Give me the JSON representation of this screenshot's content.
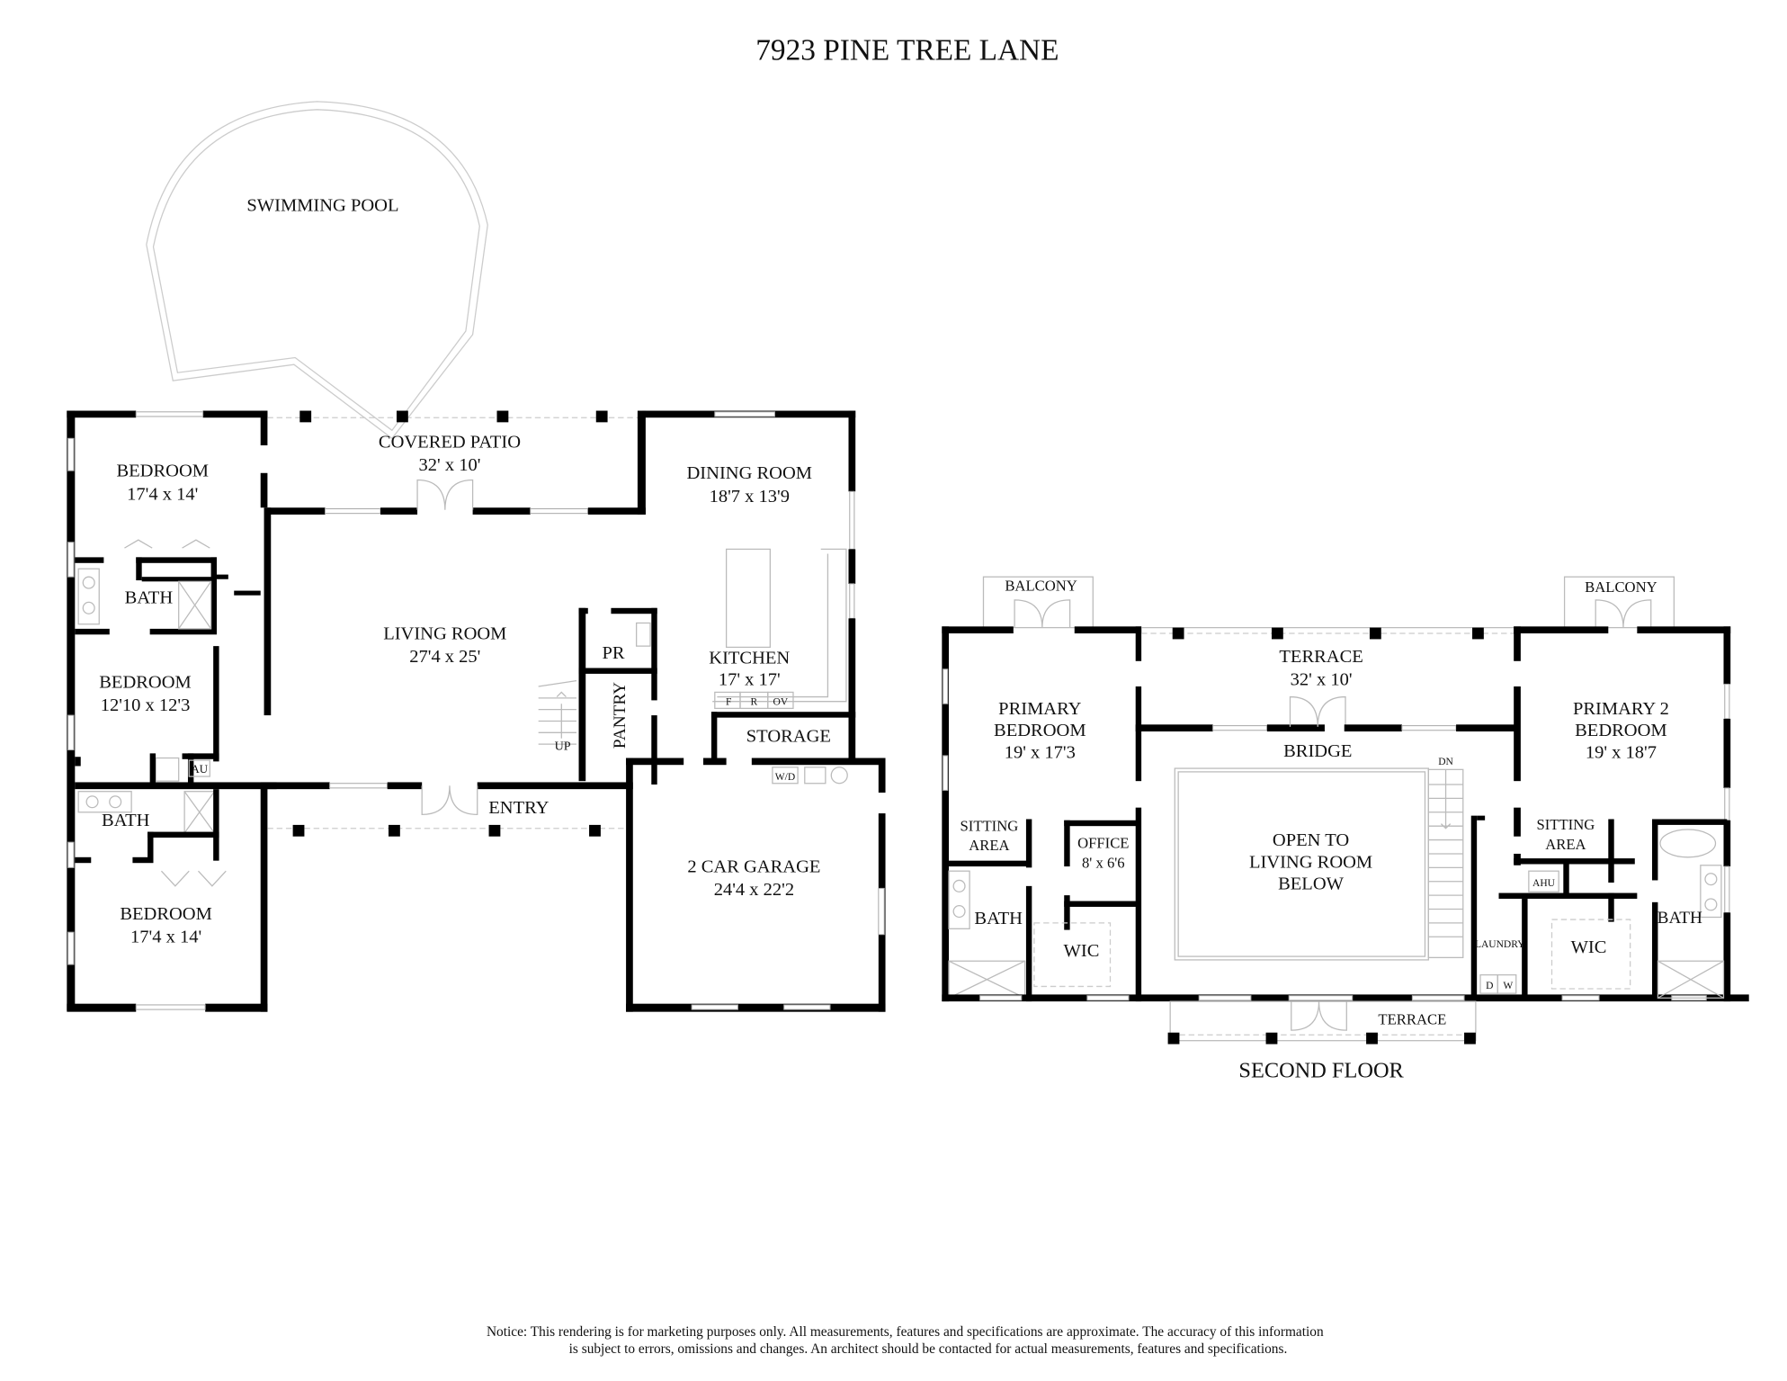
{
  "title": "7923 PINE TREE LANE",
  "pool": {
    "label": "SWIMMING POOL"
  },
  "first_floor": {
    "rooms": [
      {
        "name": "BEDROOM",
        "size": "17'4 x 14'"
      },
      {
        "name": "BATH",
        "size": ""
      },
      {
        "name": "BEDROOM",
        "size": "12'10 x 12'3"
      },
      {
        "name": "AU",
        "size": ""
      },
      {
        "name": "BATH",
        "size": ""
      },
      {
        "name": "BEDROOM",
        "size": "17'4 x 14'"
      },
      {
        "name": "COVERED PATIO",
        "size": "32' x 10'"
      },
      {
        "name": "LIVING ROOM",
        "size": "27'4 x 25'"
      },
      {
        "name": "DINING ROOM",
        "size": "18'7 x 13'9"
      },
      {
        "name": "PR",
        "size": ""
      },
      {
        "name": "PANTRY",
        "size": ""
      },
      {
        "name": "KITCHEN",
        "size": "17' x 17'"
      },
      {
        "name": "STORAGE",
        "size": ""
      },
      {
        "name": "ENTRY",
        "size": ""
      },
      {
        "name": "2 CAR GARAGE",
        "size": "24'4 x 22'2"
      }
    ],
    "fixtures": {
      "stair": "UP",
      "fridge": "F",
      "range": "R",
      "oven": "OV",
      "washer_dryer": "W/D"
    }
  },
  "second_floor": {
    "label": "SECOND FLOOR",
    "rooms": [
      {
        "name": "BALCONY",
        "size": ""
      },
      {
        "name": "PRIMARY BEDROOM",
        "line1": "PRIMARY",
        "line2": "BEDROOM",
        "size": "19' x 17'3"
      },
      {
        "name": "SITTING AREA",
        "line1": "SITTING",
        "line2": "AREA"
      },
      {
        "name": "OFFICE",
        "size": "8' x 6'6"
      },
      {
        "name": "BATH",
        "size": ""
      },
      {
        "name": "WIC",
        "size": ""
      },
      {
        "name": "TERRACE",
        "size": "32' x 10'"
      },
      {
        "name": "BRIDGE",
        "size": ""
      },
      {
        "name": "OPEN TO LIVING ROOM BELOW",
        "line1": "OPEN TO",
        "line2": "LIVING ROOM",
        "line3": "BELOW"
      },
      {
        "name": "TERRACE",
        "size": ""
      },
      {
        "name": "BALCONY",
        "size": ""
      },
      {
        "name": "PRIMARY 2 BEDROOM",
        "line1": "PRIMARY 2",
        "line2": "BEDROOM",
        "size": "19' x 18'7"
      },
      {
        "name": "SITTING AREA",
        "line1": "SITTING",
        "line2": "AREA"
      },
      {
        "name": "AHU",
        "size": ""
      },
      {
        "name": "LAUNDRY",
        "size": ""
      },
      {
        "name": "WIC",
        "size": ""
      },
      {
        "name": "BATH",
        "size": ""
      }
    ],
    "fixtures": {
      "stair": "DN",
      "dryer": "D",
      "washer": "W"
    }
  },
  "notice": {
    "line1": "Notice: This rendering is for marketing purposes only. All measurements, features and specifications are approximate. The accuracy of this information",
    "line2": "is subject to errors, omissions and changes. An architect should be contacted for actual measurements, features and specifications."
  }
}
